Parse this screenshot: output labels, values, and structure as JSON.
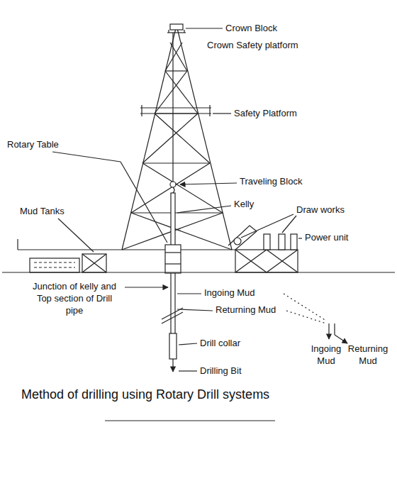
{
  "diagram": {
    "caption": "Method of drilling using Rotary Drill systems",
    "labels": [
      "Crown Block",
      "Crown Safety platform",
      "Safety Platform",
      "Rotary Table",
      "Traveling Block",
      "Kelly",
      "Draw works",
      "Mud Tanks",
      "Power unit",
      "Junction of kelly and Top section of Drill pipe",
      "Ingoing Mud",
      "Returning Mud",
      "Drill collar",
      "Drilling Bit",
      "Ingoing Mud",
      "Returning Mud"
    ]
  }
}
